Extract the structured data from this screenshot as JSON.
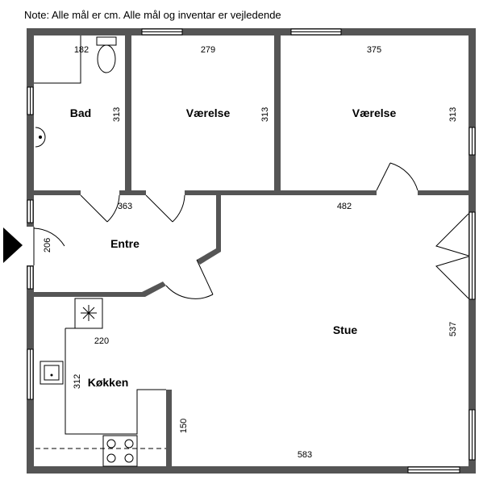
{
  "note": "Note: Alle mål er cm. Alle mål og inventar er vejledende",
  "rooms": {
    "bad": "Bad",
    "vaerelse1": "Værelse",
    "vaerelse2": "Værelse",
    "entre": "Entre",
    "stue": "Stue",
    "kokken": "Køkken"
  },
  "dims": {
    "bad_w": "182",
    "bad_h": "313",
    "v1_w": "279",
    "v1_h": "313",
    "v2_w": "375",
    "v2_h": "313",
    "entre_w": "363",
    "entre_h": "206",
    "stue_top": "482",
    "stue_h": "537",
    "stue_bottom": "583",
    "kok_w": "220",
    "kok_h": "312",
    "kok_col": "150"
  }
}
